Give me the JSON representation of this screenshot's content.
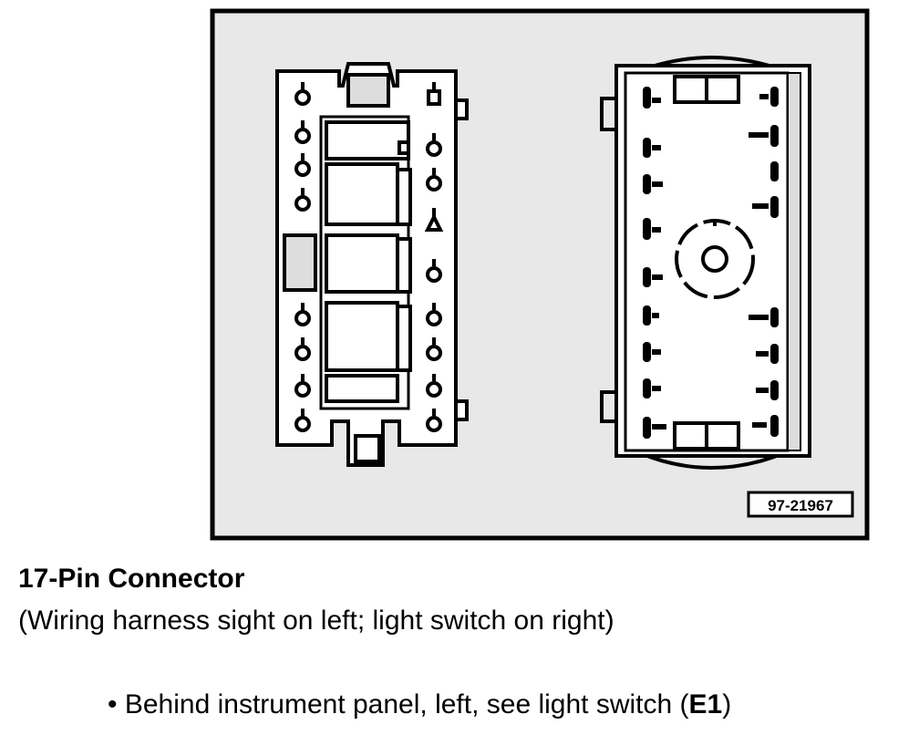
{
  "figure": {
    "reference_code": "97-21967"
  },
  "caption": {
    "title": "17-Pin Connector",
    "subtitle": "(Wiring harness sight on left; light switch on right)"
  },
  "note": {
    "bullet": "•",
    "text_before": "Behind instrument panel, left, see light switch (",
    "component_code": "E1",
    "text_after": ")"
  }
}
